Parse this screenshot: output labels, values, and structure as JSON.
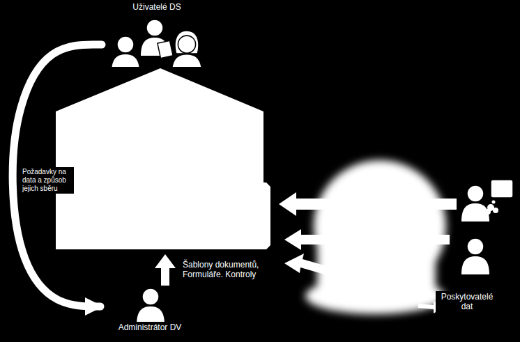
{
  "diagram": {
    "nodes": [
      {
        "text": [
          "Uživatelé DS"
        ]
      },
      {
        "text": [
          "Administrátor DV"
        ]
      },
      {
        "text": [
          "Poskytovatelé dat"
        ]
      }
    ],
    "edges": [
      {
        "from": 0,
        "to": 1,
        "arrow": "to",
        "label": "Požadavky na data a způsob jejich sběru"
      }
    ],
    "labels": [
      "Šablony dokumentů, Formuláře. Kontroly"
    ]
  }
}
